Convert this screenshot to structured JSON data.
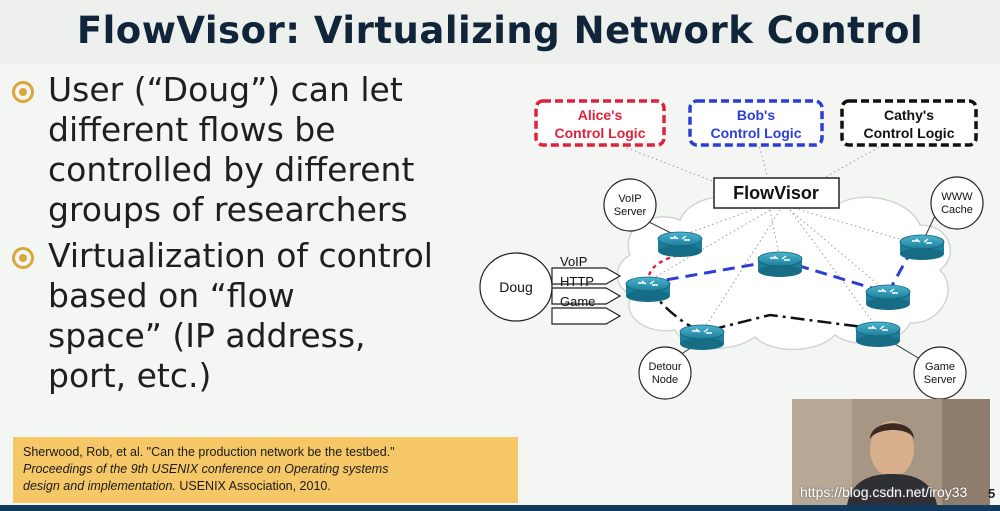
{
  "title": "FlowVisor: Virtualizing Network Control",
  "bullets": [
    {
      "text": "User (“Doug”) can let\ndifferent flows be\ncontrolled by different\ngroups of researchers"
    },
    {
      "text": "Virtualization of control\nbased on “flow\nspace” (IP address,\nport, etc.)"
    }
  ],
  "diagram": {
    "controllers": [
      {
        "line1": "Alice's",
        "line2": "Control Logic",
        "color": "#e0223a"
      },
      {
        "line1": "Bob's",
        "line2": "Control Logic",
        "color": "#2b3fd6"
      },
      {
        "line1": "Cathy's",
        "line2": "Control Logic",
        "color": "#111111"
      }
    ],
    "flowvisor": "FlowVisor",
    "user": "Doug",
    "flows": [
      "VoIP",
      "HTTP",
      "Game"
    ],
    "hosts": {
      "voip_server": [
        "VoIP",
        "Server"
      ],
      "www_cache": [
        "WWW",
        "Cache"
      ],
      "detour_node": [
        "Detour",
        "Node"
      ],
      "game_server": [
        "Game",
        "Server"
      ]
    }
  },
  "citation": {
    "line1": "Sherwood, Rob, et al. \"Can the production network be the testbed.\"",
    "line2_italic": "Proceedings of the 9th USENIX conference on Operating systems",
    "line3_italic": "design and implementation.",
    "line3_rest": " USENIX Association, 2010."
  },
  "watermark": "https://blog.csdn.net/iroy33",
  "page_number": "5"
}
